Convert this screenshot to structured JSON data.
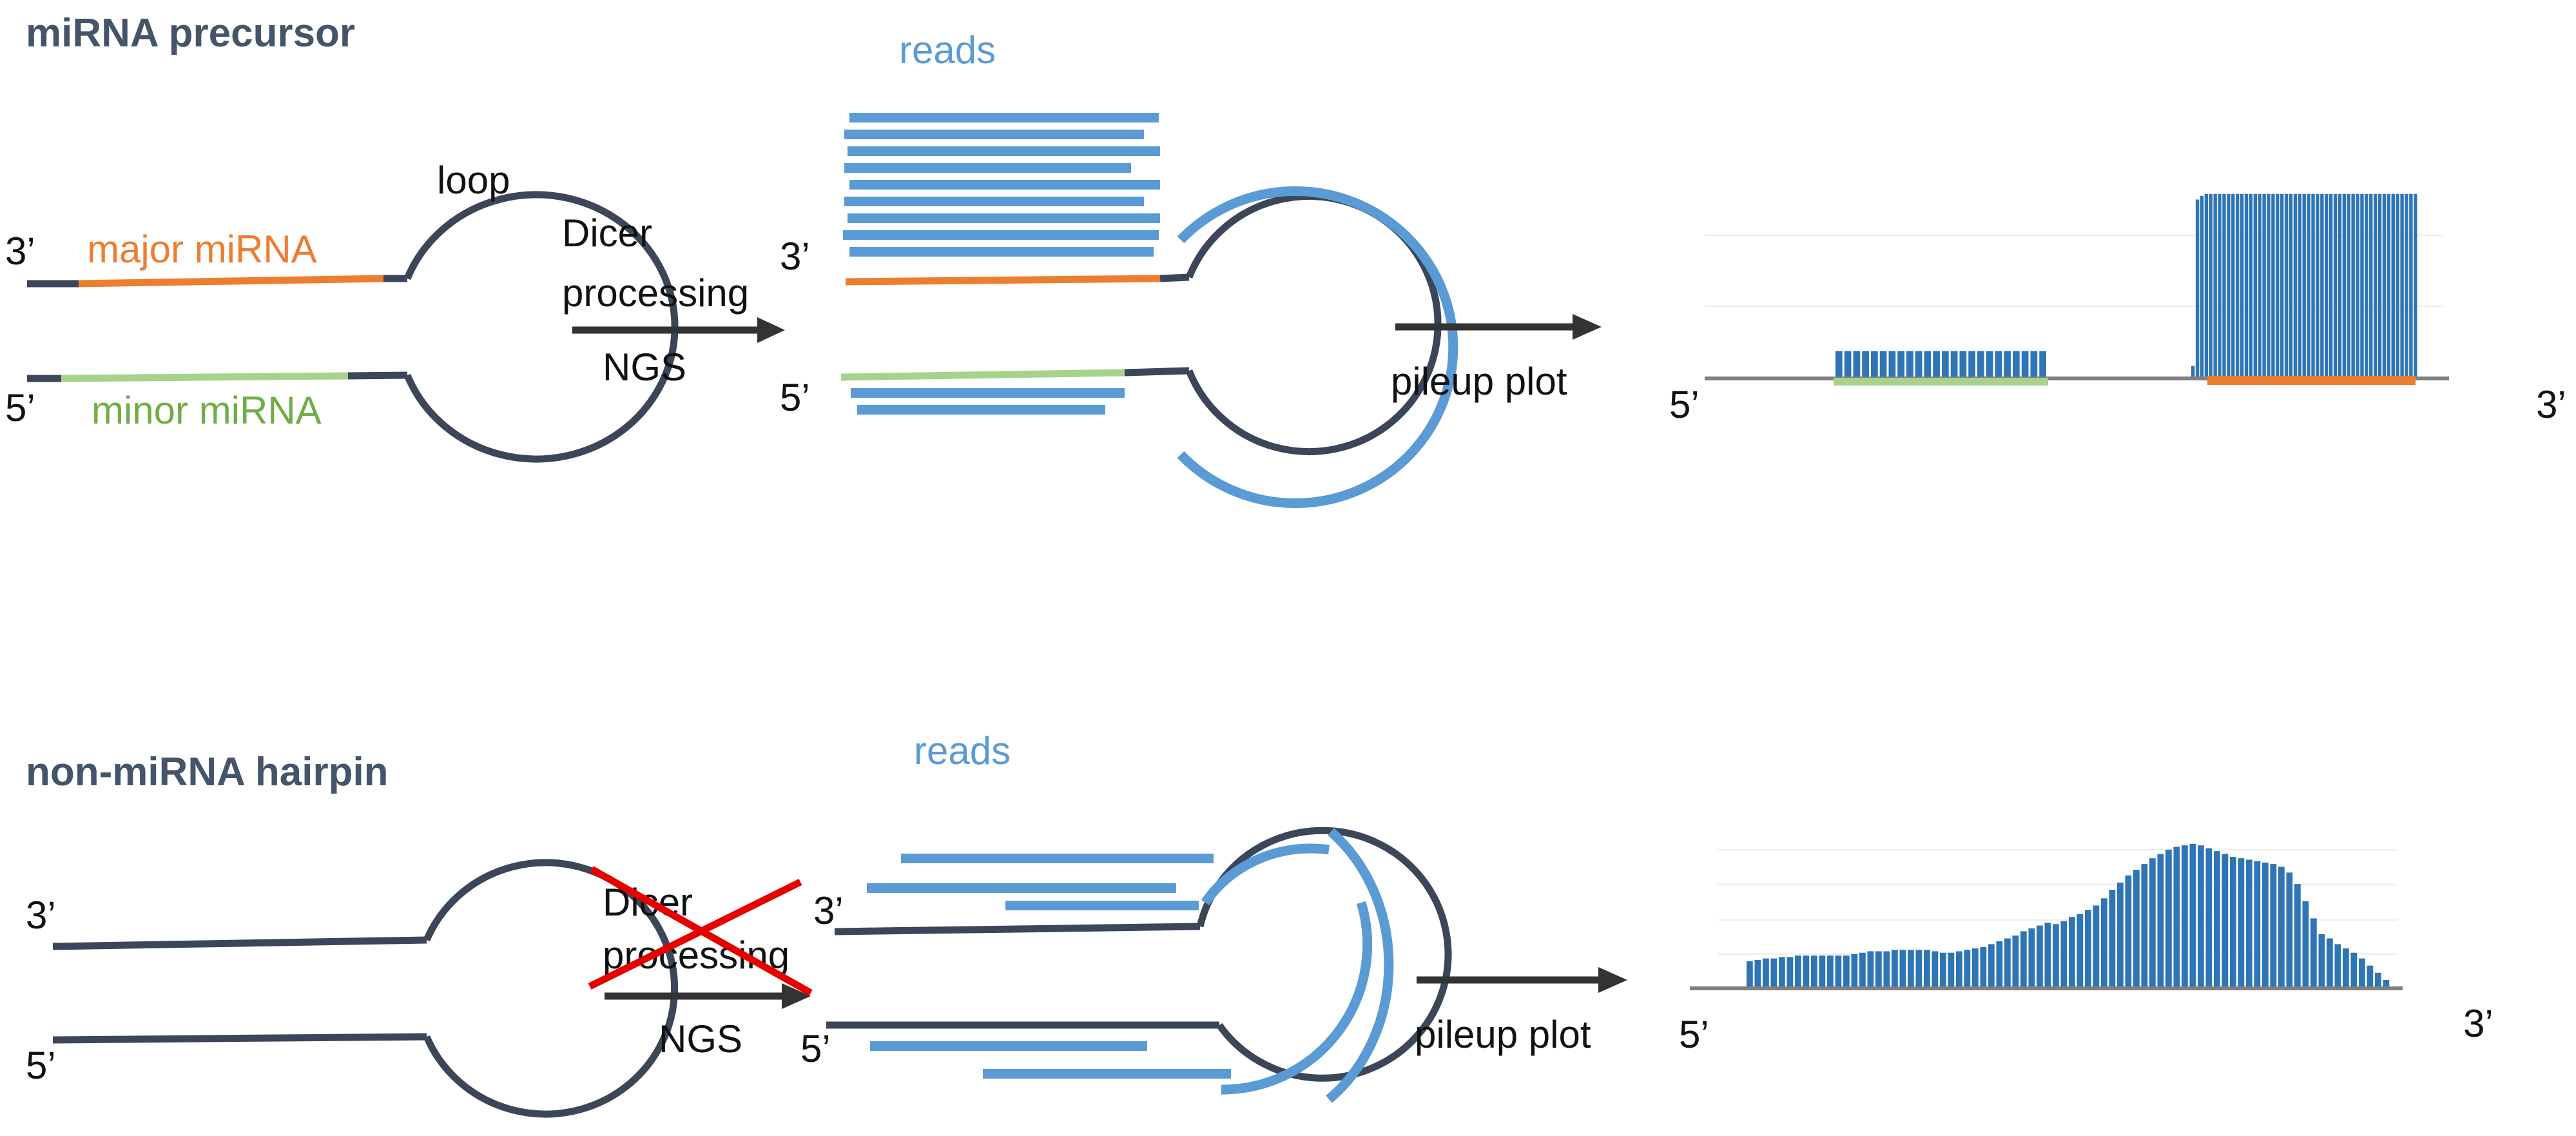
{
  "top": {
    "title": "miRNA precursor",
    "loop_label": "loop",
    "major_label": "major miRNA",
    "minor_label": "minor miRNA",
    "end3": "3’",
    "end5": "5’",
    "process_line1": "Dicer",
    "process_line2": "processing",
    "ngs": "NGS",
    "reads_label": "reads",
    "pileup_label": "pileup plot",
    "pileup_end5": "5’",
    "pileup_end3": "3’",
    "pileup_minor_bars": [
      14,
      14,
      14,
      14,
      14,
      14,
      14,
      14,
      14,
      14,
      14,
      14,
      14,
      14,
      14,
      14,
      14,
      14,
      14,
      14,
      14,
      14,
      14,
      14
    ],
    "pileup_major_bars": [
      6,
      95,
      97,
      98,
      98,
      98,
      98,
      98,
      98,
      98,
      98,
      98,
      98,
      98,
      98,
      98,
      98,
      98,
      98,
      98,
      98,
      98,
      98,
      98,
      98,
      98,
      98,
      98,
      98,
      98,
      98,
      98,
      98,
      98,
      98,
      98,
      98,
      98,
      98,
      98,
      98,
      98,
      98,
      98,
      98,
      98,
      98,
      98,
      98,
      98,
      98
    ]
  },
  "bottom": {
    "title": "non-miRNA hairpin",
    "end3": "3’",
    "end5": "5’",
    "process_line1": "Dicer",
    "process_line2": "processing",
    "ngs": "NGS",
    "reads_label": "reads",
    "pileup_label": "pileup plot",
    "pileup_end5": "5’",
    "pileup_end3": "3’",
    "pileup_bars": [
      18,
      19,
      20,
      20,
      21,
      21,
      22,
      22,
      22,
      22,
      22,
      22,
      22,
      23,
      24,
      25,
      25,
      25,
      26,
      26,
      26,
      26,
      26,
      25,
      24,
      24,
      25,
      26,
      27,
      28,
      30,
      32,
      34,
      36,
      39,
      41,
      43,
      45,
      44,
      46,
      49,
      51,
      54,
      57,
      62,
      68,
      73,
      78,
      82,
      86,
      90,
      93,
      96,
      98,
      99,
      100,
      99,
      97,
      95,
      93,
      91,
      90,
      89,
      88,
      87,
      86,
      84,
      80,
      72,
      60,
      48,
      37,
      34,
      30,
      27,
      24,
      20,
      15,
      10,
      5
    ]
  },
  "colors": {
    "strand": "#3b4658",
    "major": "#ed7d31",
    "minor": "#a9d18e",
    "reads": "#5b9bd5",
    "bars": "#2e75b6",
    "bar_gap": "#9dc3e6",
    "major_text": "#ed7d31",
    "minor_text": "#70ad47",
    "reads_text": "#5b9bd5",
    "title_text": "#44546a",
    "arrow": "#333333",
    "cross": "#e60000",
    "baseline": "#7f7f7f",
    "grid": "#f0f0f0"
  }
}
